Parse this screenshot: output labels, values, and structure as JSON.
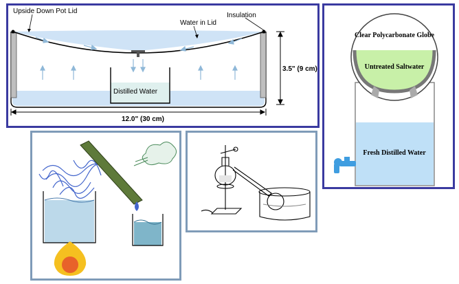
{
  "solar_still": {
    "label_lid": "Upside Down Pot Lid",
    "label_water_in_lid": "Water in Lid",
    "label_insulation": "Insulation",
    "label_distilled": "Distilled Water",
    "label_height": "3.5\" (9 cm)",
    "label_width": "12.0\" (30 cm)"
  },
  "globe_still": {
    "label_globe": "Clear Polycarbonate Globe",
    "label_saltwater": "Untreated Saltwater",
    "label_fresh": "Fresh Distilled Water"
  },
  "colors": {
    "frame_dark": "#3a3aa0",
    "frame_light": "#7f9bb8",
    "water": "#cfe3f6",
    "saltwater": "#c8f0a8",
    "fresh_water": "#bfe0f7",
    "faucet": "#3f9de0"
  }
}
